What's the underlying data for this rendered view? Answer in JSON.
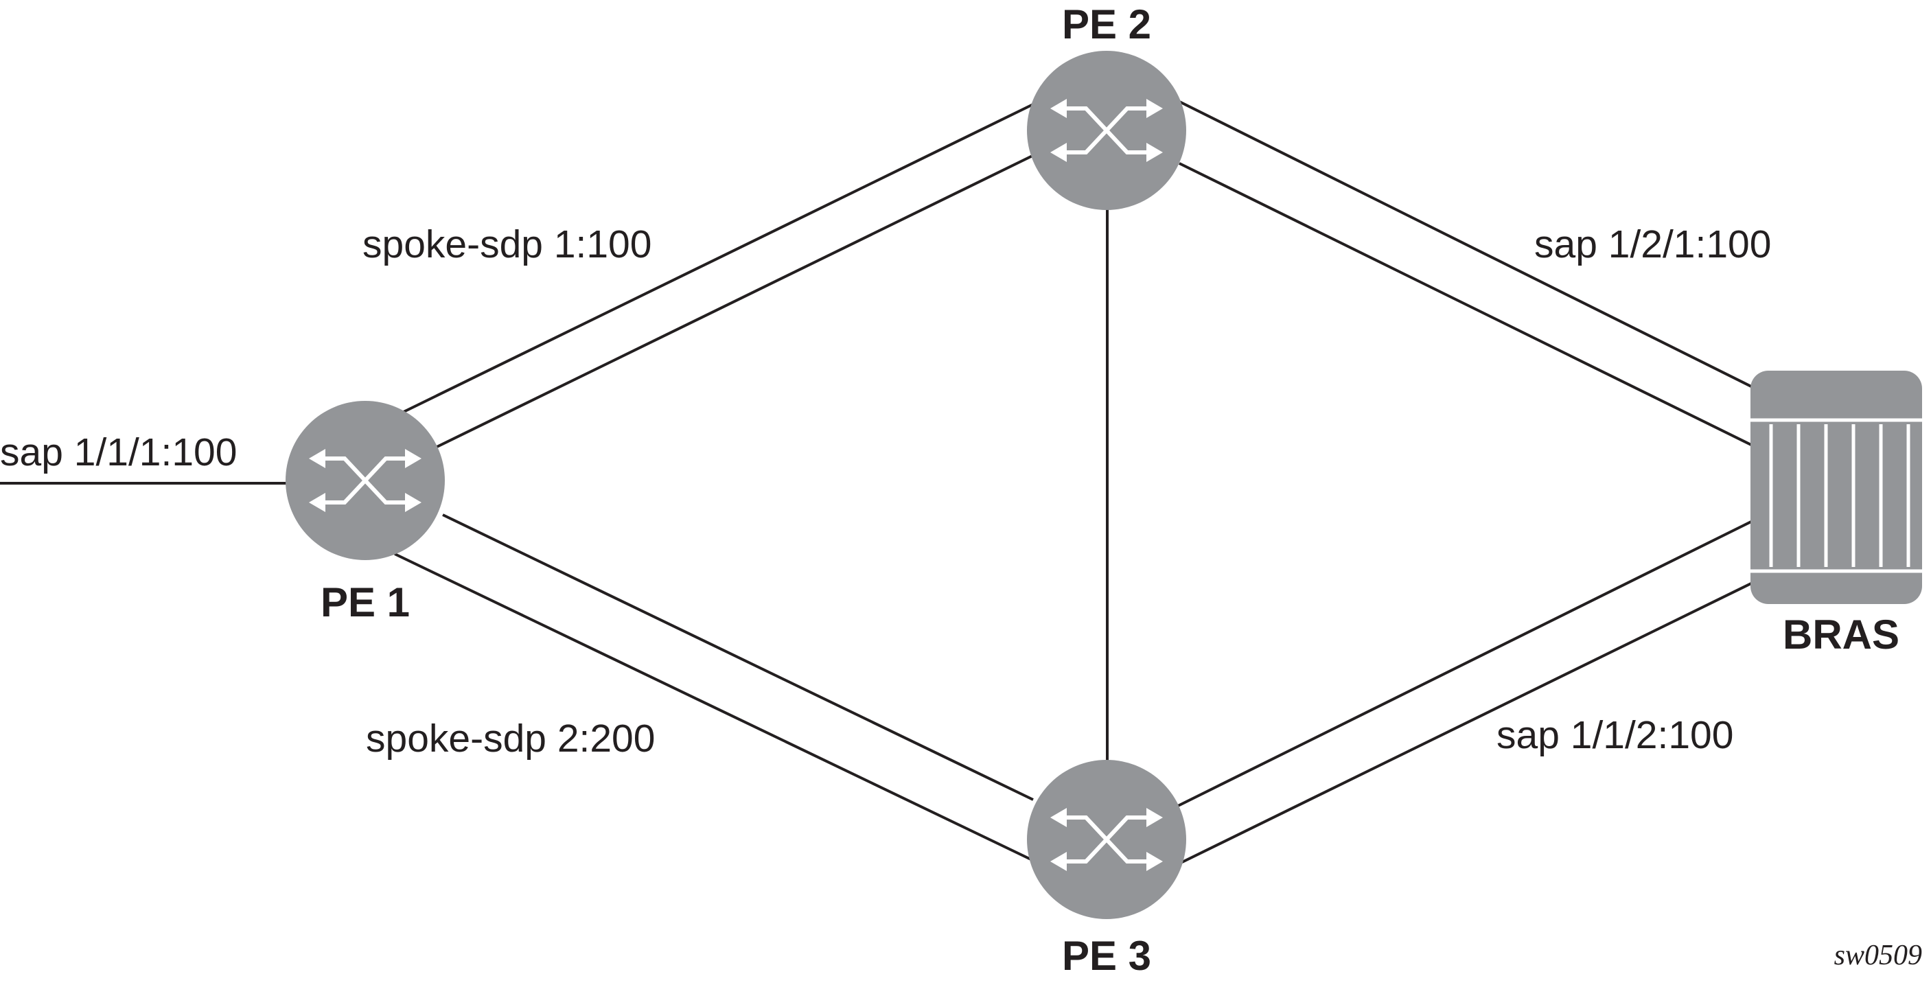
{
  "nodes": {
    "pe1": {
      "label": "PE 1"
    },
    "pe2": {
      "label": "PE 2"
    },
    "pe3": {
      "label": "PE 3"
    },
    "bras": {
      "label": "BRAS"
    }
  },
  "links": {
    "pe1_access_sap": "sap 1/1/1:100",
    "pe1_pe2_spoke": "spoke-sdp 1:100",
    "pe1_pe3_spoke": "spoke-sdp 2:200",
    "pe2_bras_sap": "sap 1/2/1:100",
    "pe3_bras_sap": "sap 1/1/2:100"
  },
  "figure_id": "sw0509",
  "colors": {
    "router_fill": "#939598",
    "router_arrows": "#ffffff",
    "line": "#231f20"
  }
}
